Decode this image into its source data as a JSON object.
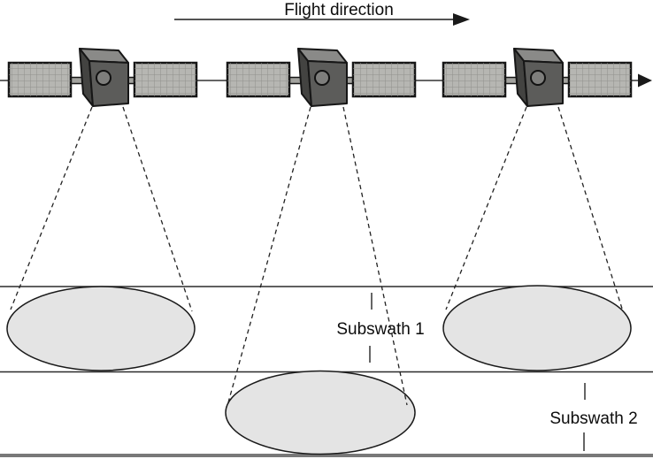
{
  "diagram": {
    "flight_direction_label": "Flight direction",
    "subswath1_label": "Subswath 1",
    "subswath2_label": "Subswath 2",
    "satellite_count": 3,
    "footprint_count": 3,
    "subswath_count": 2
  },
  "icons": {
    "satellite": "satellite-3d-body-with-twin-solar-panels",
    "flight_arrow": "right-pointing-filled-arrowhead",
    "orbit_arrow": "right-pointing-filled-arrowhead",
    "beam": "dashed-beam-cone-edges",
    "footprint": "gray-ellipse-antenna-footprint"
  },
  "colors": {
    "satellite_body_front": "#5c5c5a",
    "satellite_body_top": "#8a8a88",
    "satellite_body_side": "#434341",
    "satellite_lens": "#7e7e7c",
    "solar_panel": "#b6b6b2",
    "solar_panel_grid": "#90908c",
    "connector_bar": "#a3a39f",
    "outline": "#161616",
    "footprint_fill": "#e4e4e4",
    "swath_line": "#2b2b2b",
    "ground_line": "#787878",
    "beam_line": "#222222",
    "tick_line": "#666666",
    "arrow_line": "#1a1a1a"
  }
}
